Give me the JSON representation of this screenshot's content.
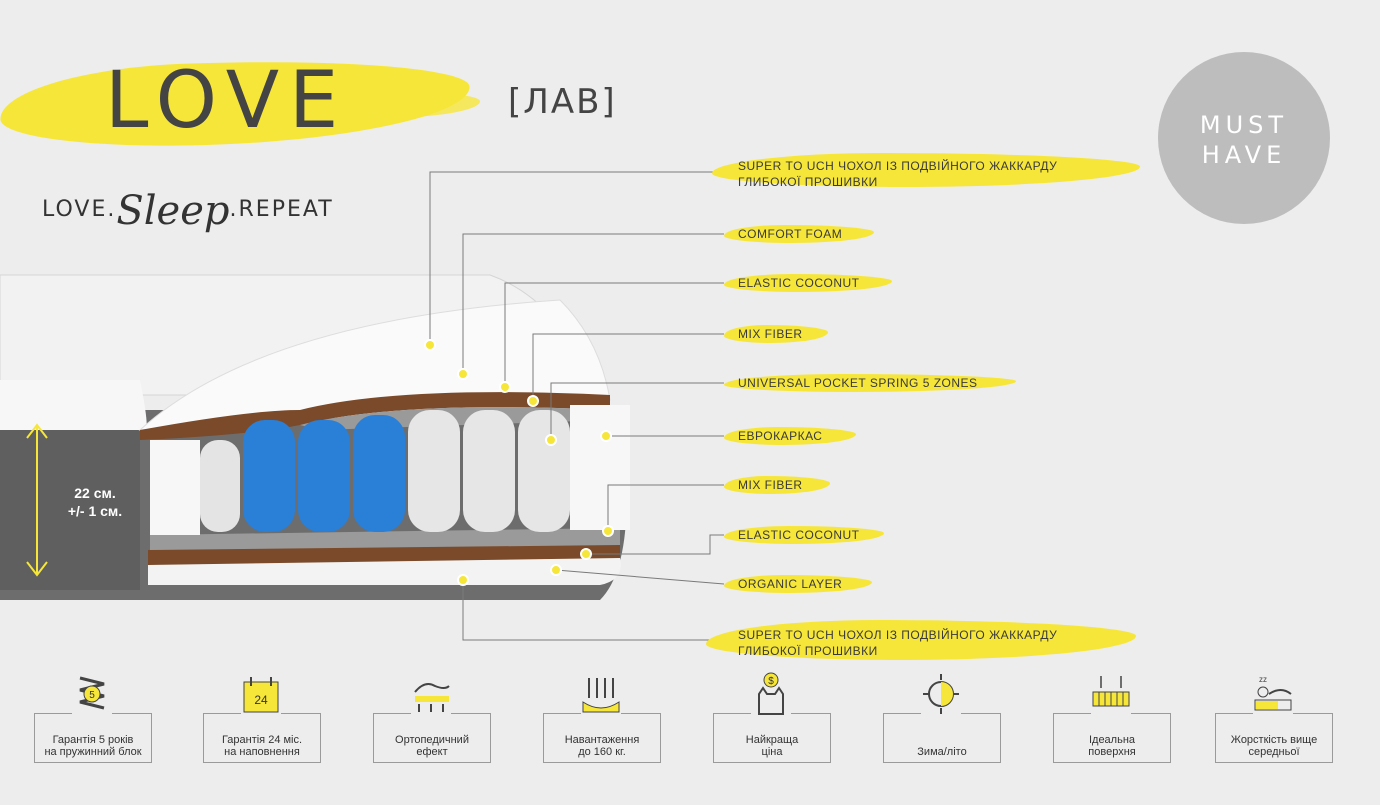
{
  "header": {
    "title": "LOVE",
    "translit": "[ЛАВ]",
    "slogan_left": "LOVE.",
    "slogan_script": "Sleep",
    "slogan_right": ".REPEAT"
  },
  "badge": {
    "line1": "MUST",
    "line2": "HAVE"
  },
  "dimensions": {
    "height": "22 см.",
    "tolerance": "+/- 1 см."
  },
  "layers": [
    {
      "line1": "SUPER TO UCH ЧОХОЛ ІЗ ПОДВІЙНОГО ЖАККАРДУ",
      "line2": "ГЛИБОКОЇ ПРОШИВКИ"
    },
    {
      "line1": "COMFORT FOAM"
    },
    {
      "line1": "ELASTIC COCONUT"
    },
    {
      "line1": "MIX FIBER"
    },
    {
      "line1": "UNIVERSAL POCKET SPRING 5 ZONES"
    },
    {
      "line1": "ЕВРОКАРКАС"
    },
    {
      "line1": "MIX FIBER"
    },
    {
      "line1": "ELASTIC COCONUT"
    },
    {
      "line1": "ORGANIC LAYER"
    },
    {
      "line1": "SUPER TO UCH ЧОХОЛ ІЗ ПОДВІЙНОГО ЖАККАРДУ",
      "line2": "ГЛИБОКОЇ ПРОШИВКИ"
    }
  ],
  "features": [
    {
      "icon": "spring-5-icon",
      "badge": "5",
      "line1": "Гарантія 5 років",
      "line2": "на пружинний блок"
    },
    {
      "icon": "calendar-24-icon",
      "badge": "24",
      "line1": "Гарантія 24 міс.",
      "line2": "на наповнення"
    },
    {
      "icon": "orthopedic-icon",
      "line1": "Ортопедичний",
      "line2": "ефект"
    },
    {
      "icon": "load-icon",
      "line1": "Навантаження",
      "line2": "до 160 кг."
    },
    {
      "icon": "cat-price-icon",
      "badge": "$",
      "line1": "Найкраща",
      "line2": "ціна"
    },
    {
      "icon": "sun-snow-icon",
      "line1": "Зима/літо",
      "line2": ""
    },
    {
      "icon": "surface-icon",
      "line1": "Ідеальна",
      "line2": "поверхня"
    },
    {
      "icon": "firmness-icon",
      "line1": "Жорсткість вище",
      "line2": "середньої"
    }
  ],
  "colors": {
    "accent": "#f6e63a",
    "badge": "#bdbdbd",
    "text": "#3a3a3a",
    "background": "#ededed"
  }
}
